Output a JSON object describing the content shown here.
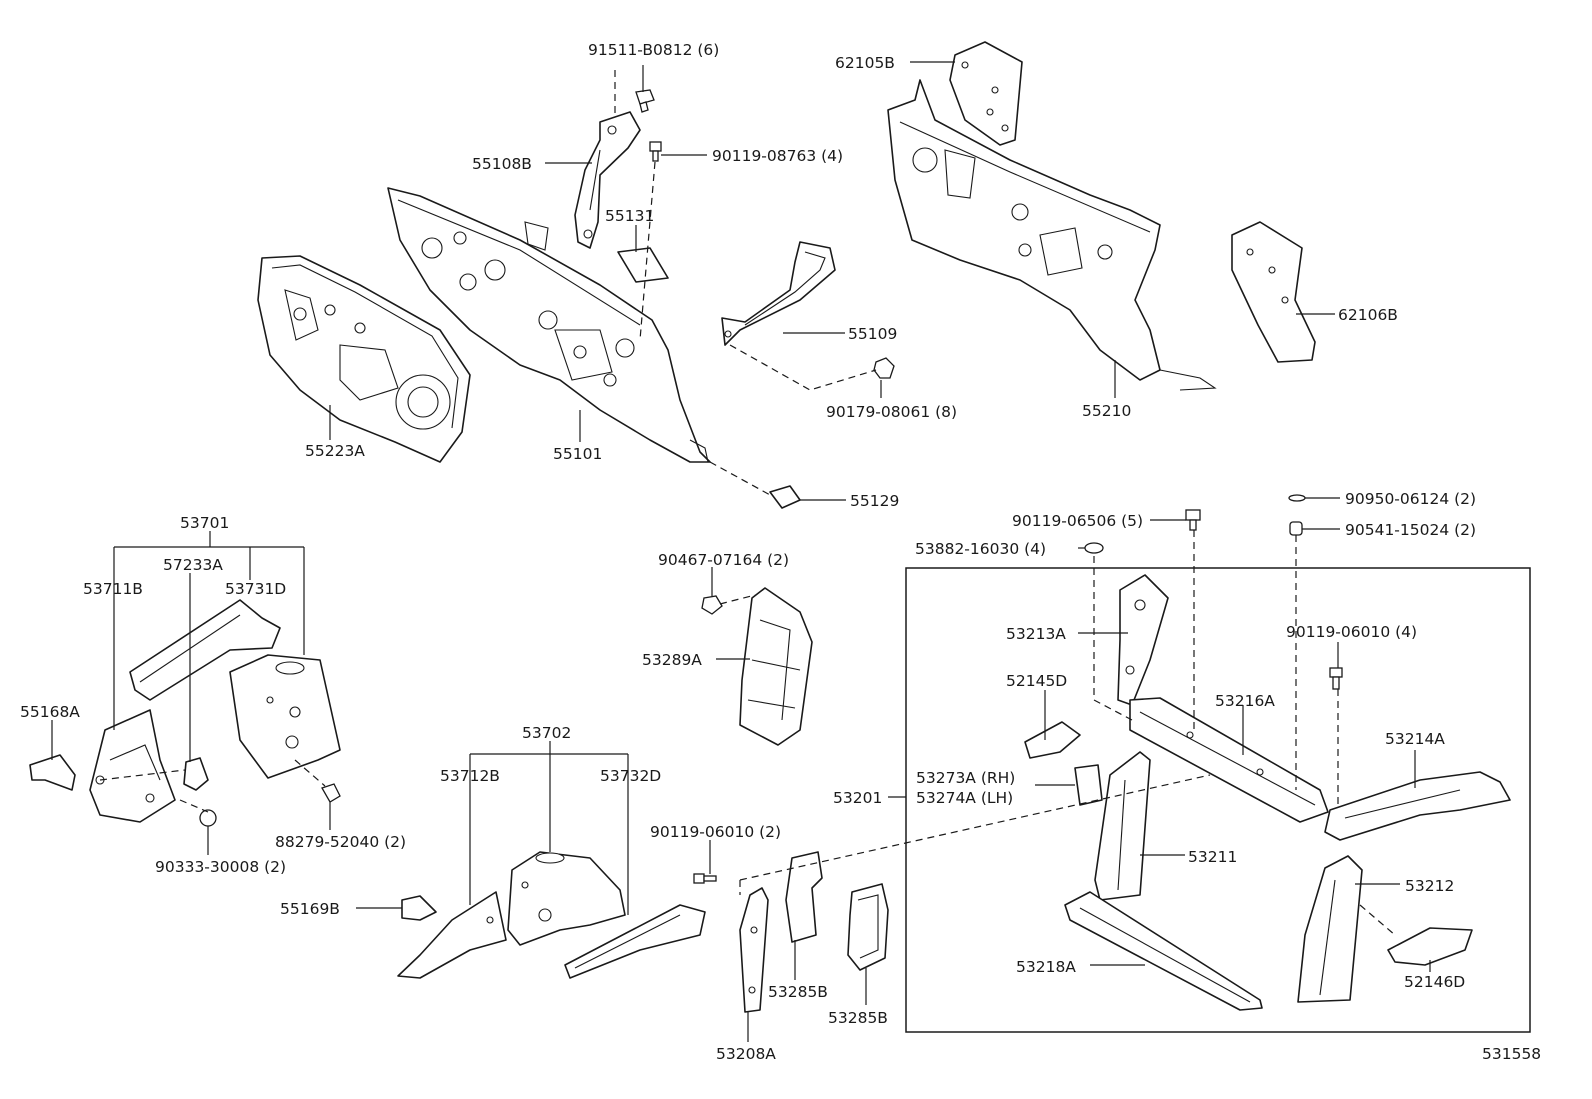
{
  "diagram_id": "531558",
  "labels": {
    "l91511": "91511-B0812 (6)",
    "l90119a": "90119-08763 (4)",
    "l55108B": "55108B",
    "l55131": "55131",
    "l55109": "55109",
    "l90179": "90179-08061 (8)",
    "l55223A": "55223A",
    "l55101": "55101",
    "l55129": "55129",
    "l62105B": "62105B",
    "l62106B": "62106B",
    "l55210": "55210",
    "l90950": "90950-06124 (2)",
    "l90119b": "90119-06506 (5)",
    "l90541": "90541-15024 (2)",
    "l53882": "53882-16030 (4)",
    "l53213A": "53213A",
    "l90119c": "90119-06010 (4)",
    "l52145D": "52145D",
    "l53216A": "53216A",
    "l53214A": "53214A",
    "l53273A": "53273A (RH)",
    "l53274A": "53274A (LH)",
    "l53201": "53201",
    "l53211": "53211",
    "l53212": "53212",
    "l53218A": "53218A",
    "l52146D": "52146D",
    "l90467": "90467-07164 (2)",
    "l53289A": "53289A",
    "l53701": "53701",
    "l57233A": "57233A",
    "l53711B": "53711B",
    "l53731D": "53731D",
    "l55168A": "55168A",
    "l88279": "88279-52040 (2)",
    "l90333": "90333-30008 (2)",
    "l53702": "53702",
    "l53712B": "53712B",
    "l53732D": "53732D",
    "l55169B": "55169B",
    "l90119d": "90119-06010 (2)",
    "l53285B1": "53285B",
    "l53285B2": "53285B",
    "l53208A": "53208A"
  }
}
